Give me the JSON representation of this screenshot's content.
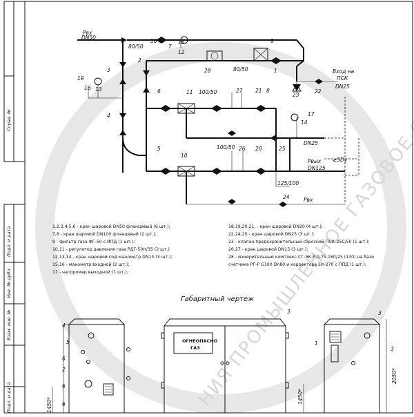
{
  "side_stamp": {
    "sprav": "Справ. №",
    "podp_data_1": "Подп. и дата",
    "inv_dubl": "Инв. № дубл.",
    "vzam_inv": "Взам. инв. №",
    "podp_data_2": "Подп. и дата"
  },
  "schema": {
    "inlet_pressure": "Pвх",
    "inlet_dn": "DN50",
    "outlet_pressure": "Pвых",
    "outlet_dn": "DN125",
    "to_psk": "Вход на",
    "psk": "ПСК",
    "psk_dn": "DN25",
    "dn25": "DN25",
    "bypass_5dy": "≥5Dу",
    "reducer_80_50_a": "80/50",
    "reducer_80_50_b": "80/50",
    "reducer_100_50_a": "100/50",
    "reducer_100_50_b": "100/50",
    "reducer_125_100": "125/100",
    "callouts": [
      "1",
      "2",
      "3",
      "4",
      "5",
      "6",
      "7",
      "8",
      "9",
      "10",
      "11",
      "12",
      "13",
      "14",
      "15",
      "16",
      "17",
      "18",
      "19",
      "20",
      "21",
      "22",
      "23",
      "24",
      "25",
      "26",
      "27",
      "28"
    ]
  },
  "legend": {
    "left": [
      "1,2,3,4,5,6 - кран шаровой DN50 фланцевый (6 шт.);",
      "7,8 - кран шаровой DN100 фланцевый (2 шт.);",
      "9 - фильтр газа ФГ-50 с ИПД (1 шт.);",
      "10,11 - регулятор давления газа РДГ-50Н/35  (2 шт.)",
      "12,13,14 - кран шаровой под манометр DN15 (3 шт.);",
      "15,16 - манометр входной (2 шт.);",
      "17 - напоромер выходной (1 шт.);"
    ],
    "right": [
      "18,19,20,21, - кран шаровой DN20 (4 шт.);",
      "22,24,25 - кран шаровой DN25 (3 шт.);",
      "23 - клапан предохранительный сбросной ПСК-25С/50 (1 шт.);",
      "26,27 - кран шаровой DN15 (3 шт.);",
      "28 - измерительный комплекс СГ-ЭК-Р-0,75-160/25 (130) на базе",
      "счетчика РГ-Р G100 Dn80 и корректора ЕК-270 с ППД (1 шт.);"
    ]
  },
  "gabarit": {
    "title": "Габаритный чертеж",
    "sign_line1": "ОГНЕОПАСНО",
    "sign_line2": "ГАЗ",
    "dim_1450_left": "1450*",
    "dim_1450_right": "1450*",
    "dim_2050": "2050*",
    "callouts_left": [
      "4",
      "5",
      "6",
      "2",
      "6",
      "6"
    ],
    "callouts_right": [
      "3",
      "1",
      "3"
    ],
    "callouts_front": [
      "3"
    ]
  },
  "watermark_text": "НИЯ ПРОМЫШЛЕННОЕ ГАЗОВОЕ ОБОРУДОВАНИЕ"
}
